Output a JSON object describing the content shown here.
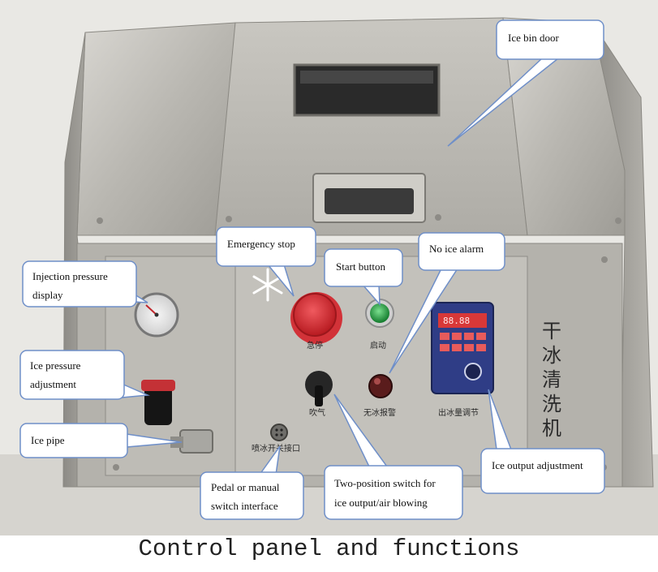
{
  "caption": "Control panel and functions",
  "callouts": {
    "ice_bin_door": "Ice bin door",
    "emergency_stop": "Emergency stop",
    "start_button": "Start button",
    "no_ice_alarm": "No ice alarm",
    "injection_pressure_line1": "Injection pressure",
    "injection_pressure_line2": "display",
    "ice_pressure_line1": "Ice pressure",
    "ice_pressure_line2": "adjustment",
    "ice_pipe": "Ice pipe",
    "ice_output_adjustment": "Ice output adjustment",
    "pedal_line1": "Pedal or manual",
    "pedal_line2": "switch interface",
    "two_position_line1": "Two-position switch for",
    "two_position_line2": "ice output/air blowing"
  },
  "panel_labels": {
    "emergency": "急停",
    "start": "启动",
    "blow": "吹气",
    "no_ice_alarm": "无冰报警",
    "ice_output_adjust": "出冰量调节",
    "interface": "喷冰开关接口"
  },
  "vertical_title": [
    "干",
    "冰",
    "清",
    "洗",
    "机"
  ],
  "controller_display": "88.88",
  "icons": {
    "snowflake": "snowflake-icon",
    "emergency_button": "emergency-stop-button",
    "start_button": "start-button",
    "alarm_light": "no-ice-alarm-light"
  },
  "colors": {
    "steel": "#b9b7b1",
    "emergency_red": "#d8262d",
    "start_green": "#1f9a3d",
    "controller_blue": "#2f3d86",
    "callout_border": "#6f8fc8"
  }
}
